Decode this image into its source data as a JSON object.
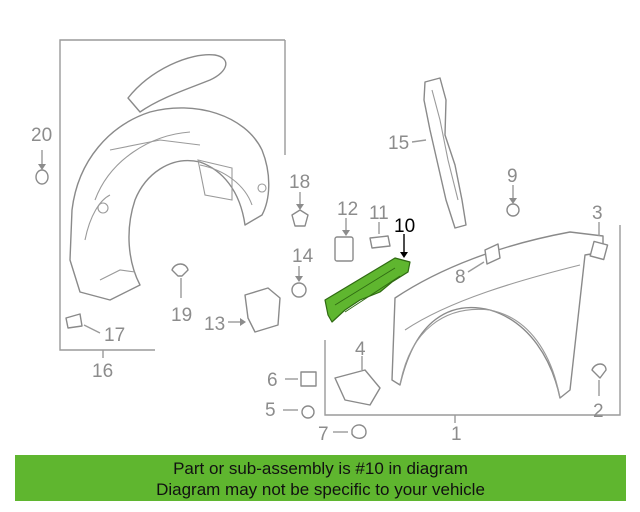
{
  "diagram": {
    "callouts": [
      "1",
      "2",
      "3",
      "4",
      "5",
      "6",
      "7",
      "8",
      "9",
      "10",
      "11",
      "12",
      "13",
      "14",
      "15",
      "16",
      "17",
      "18",
      "19",
      "20"
    ],
    "highlight_callout": "10",
    "highlight_color": "#5fb62f",
    "line_color": "#9a9a9a"
  },
  "banner": {
    "line1": "Part or sub-assembly is #10 in diagram",
    "line2": "Diagram may not be specific to your vehicle",
    "background": "#5fb62f"
  }
}
